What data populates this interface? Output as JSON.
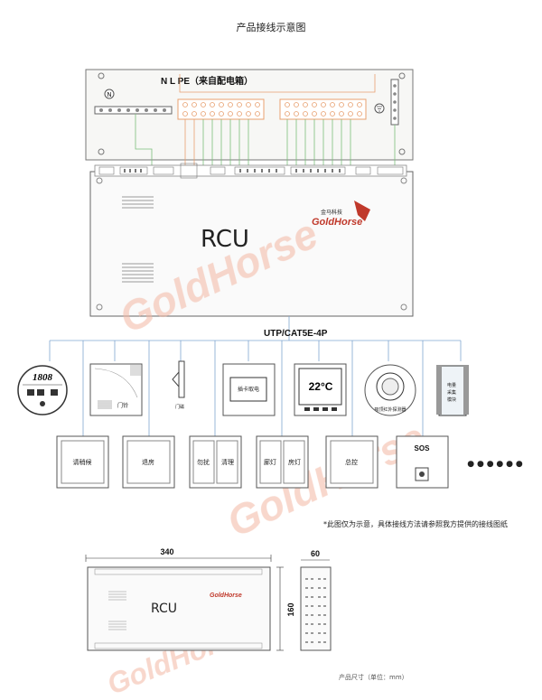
{
  "title": "产品接线示意图",
  "power_label": "N   L  PE（来自配电箱）",
  "n_symbol": "N",
  "rcu_label": "RCU",
  "cable_label": "UTP/CAT5E-4P",
  "brand": {
    "text": "GoldHorse",
    "cn": "金马科技"
  },
  "devices": {
    "dnd_panel": "1808",
    "door_mag": "门磁",
    "card_switch": "插卡取电",
    "thermostat": "22°C",
    "ir_sensor": "吸顶红外探测器",
    "power_module": "电量采集模块",
    "door_bell": "门铃"
  },
  "buttons": [
    {
      "label": "请稍候"
    },
    {
      "label": "退房"
    },
    {
      "label": "勿扰"
    },
    {
      "label": "清理"
    },
    {
      "label": "廊灯"
    },
    {
      "label": "房灯"
    },
    {
      "label": "总控"
    },
    {
      "label": "SOS"
    }
  ],
  "ellipsis": "● ● ● ● ● ●",
  "note": "*此图仅为示意，具体接线方法请参照我方提供的接线图纸",
  "dims": {
    "width": "340",
    "height": "160",
    "depth": "60"
  },
  "units": "产品尺寸（单位：mm）",
  "colors": {
    "wire_green": "#7bbf7b",
    "wire_orange": "#e8a070",
    "wire_blue": "#7fa6d0",
    "watermark": "#f2b7a3"
  }
}
